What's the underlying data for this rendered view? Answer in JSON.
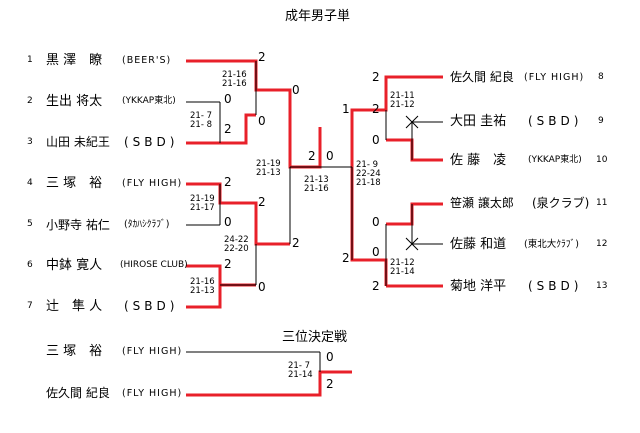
{
  "title": "成年男子単",
  "players": [
    {
      "num": "1",
      "name": "黒 澤　瞭",
      "club": "(BEER'S)"
    },
    {
      "num": "2",
      "name": "生出 将太",
      "club": "(YKKAP東北)"
    },
    {
      "num": "3",
      "name": "山田 未紀王",
      "club": "(SBD)"
    },
    {
      "num": "4",
      "name": "三 塚　裕",
      "club": "(FLY HIGH)"
    },
    {
      "num": "5",
      "name": "小野寺 祐仁",
      "club": "(ﾀｶﾊｼｸﾗﾌﾞ)"
    },
    {
      "num": "6",
      "name": "中鉢 寛人",
      "club": "(HIROSE CLUB)"
    },
    {
      "num": "7",
      "name": "辻　隼 人",
      "club": "(SBD)"
    },
    {
      "num": "8",
      "name": "佐久間 紀良",
      "club": "(FLY HIGH)"
    },
    {
      "num": "9",
      "name": "大田 圭祐",
      "club": "(SBD)"
    },
    {
      "num": "10",
      "name": "佐 藤　凌",
      "club": "(YKKAP東北)"
    },
    {
      "num": "11",
      "name": "笹瀬 譲太郎",
      "club": "(泉クラブ)"
    },
    {
      "num": "12",
      "name": "佐藤 和道",
      "club": "(東北大ｸﾗﾌﾞ)"
    },
    {
      "num": "13",
      "name": "菊地 洋平",
      "club": "(SBD)"
    }
  ],
  "results": [
    "2",
    "0",
    "2",
    "0",
    "2",
    "2",
    "0",
    "2",
    "0",
    "2",
    "0",
    "1",
    "0",
    "2",
    "0",
    "2",
    "2",
    "0",
    "2",
    "0",
    "2"
  ],
  "scores": [
    "21-16\n21-16",
    "21- 7\n21- 8",
    "21-19\n21-17",
    "24-22\n22-20",
    "21-16\n21-13",
    "21-19\n21-13",
    "21-13\n21-16",
    "21-11\n21-12",
    "21- 9\n22-24\n21-18",
    "21-12\n21-14"
  ],
  "third_place": {
    "title": "三位決定戦",
    "players": [
      {
        "name": "三 塚　裕",
        "club": "(FLY HIGH)",
        "result": "0"
      },
      {
        "name": "佐久間 紀良",
        "club": "(FLY HIGH)",
        "result": "2"
      }
    ],
    "score": "21- 7\n21-14"
  },
  "colors": {
    "win": "#e8202a",
    "line": "#000000"
  }
}
